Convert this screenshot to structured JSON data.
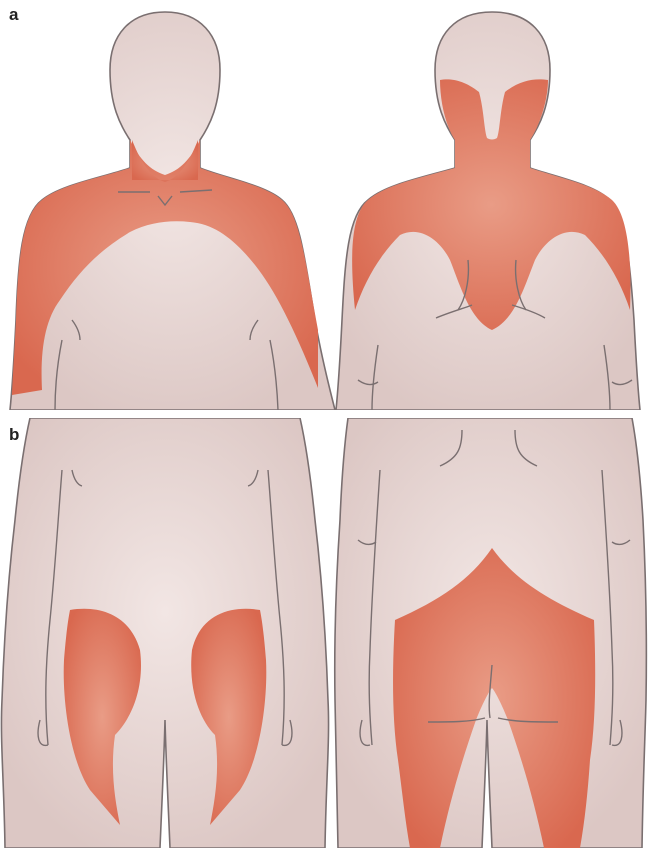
{
  "panels": [
    {
      "label": "a",
      "views": [
        "front-upper-body",
        "back-upper-body"
      ],
      "highlighted_regions": [
        "neck",
        "shoulders",
        "upper-arms",
        "upper-back"
      ]
    },
    {
      "label": "b",
      "views": [
        "front-lower-body",
        "back-lower-body"
      ],
      "highlighted_regions": [
        "front-thighs",
        "hips",
        "buttocks",
        "back-thighs"
      ]
    }
  ],
  "colors": {
    "skin": "#eadbd8",
    "skin_shadow": "#d9c3c0",
    "outline": "#7a6f70",
    "highlight": "#e3886f",
    "highlight_dark": "#d9684f",
    "background": "#ffffff"
  }
}
